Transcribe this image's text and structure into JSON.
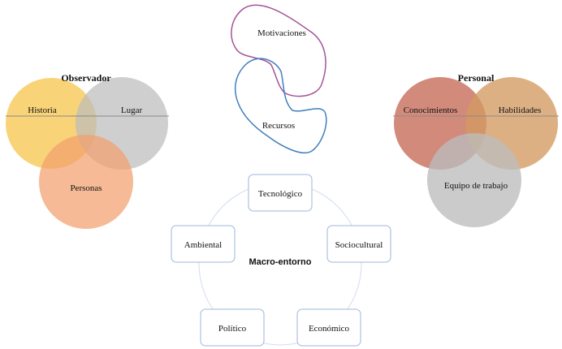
{
  "colors": {
    "historia": "#F6C95A",
    "lugar": "#BDBDBD",
    "personas": "#F3A06E",
    "conocimientos": "#C8705E",
    "habilidades": "#D49A60",
    "equipo": "#BDBDBD",
    "motivaciones": "#A35598",
    "recursos": "#3F7FBE",
    "box_stroke": "#9DB7DA",
    "ring": "#D9E2EF"
  },
  "observador": {
    "title": "Observador",
    "historia": "Historia",
    "lugar": "Lugar",
    "personas": "Personas"
  },
  "personal": {
    "title": "Personal",
    "conocimientos": "Conocimientos",
    "habilidades": "Habilidades",
    "equipo": "Equipo de trabajo"
  },
  "blobs": {
    "motivaciones": "Motivaciones",
    "recursos": "Recursos"
  },
  "macro": {
    "center": "Macro-entorno",
    "tecnologico": "Tecnológico",
    "sociocultural": "Sociocultural",
    "economico": "Económico",
    "politico": "Político",
    "ambiental": "Ambiental"
  }
}
